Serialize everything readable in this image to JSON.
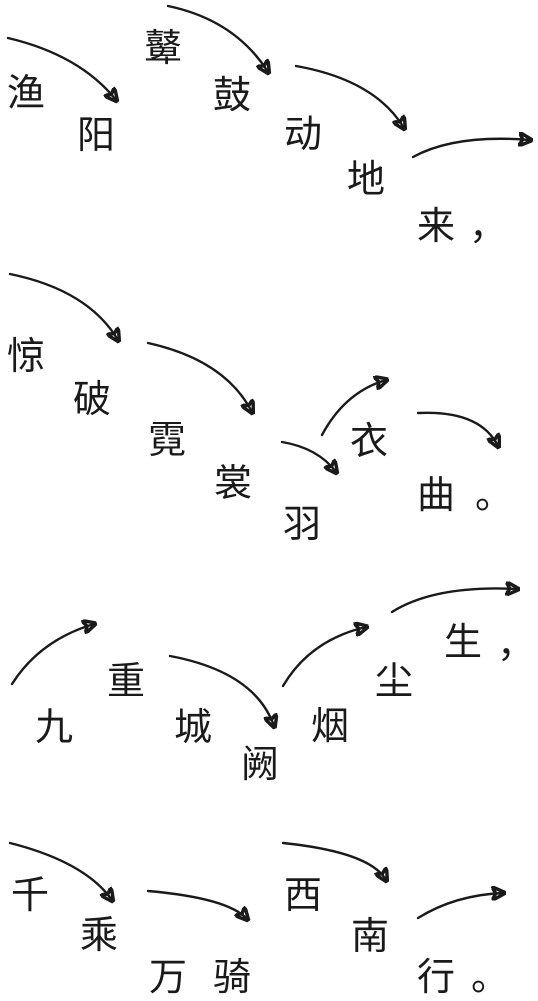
{
  "poem": {
    "lines": [
      {
        "chars": [
          "渔",
          "阳",
          "鼙",
          "鼓",
          "动",
          "地",
          "来",
          "，"
        ]
      },
      {
        "chars": [
          "惊",
          "破",
          "霓",
          "裳",
          "羽",
          "衣",
          "曲",
          "。"
        ]
      },
      {
        "chars": [
          "九",
          "重",
          "城",
          "阙",
          "烟",
          "尘",
          "生",
          "，"
        ]
      },
      {
        "chars": [
          "千",
          "乘",
          "万",
          "骑",
          "西",
          "南",
          "行",
          "。"
        ]
      }
    ]
  },
  "colors": {
    "ink": "#1a1a1a",
    "background": "#ffffff"
  },
  "icons": [
    "arrow-right-curve-icon"
  ]
}
